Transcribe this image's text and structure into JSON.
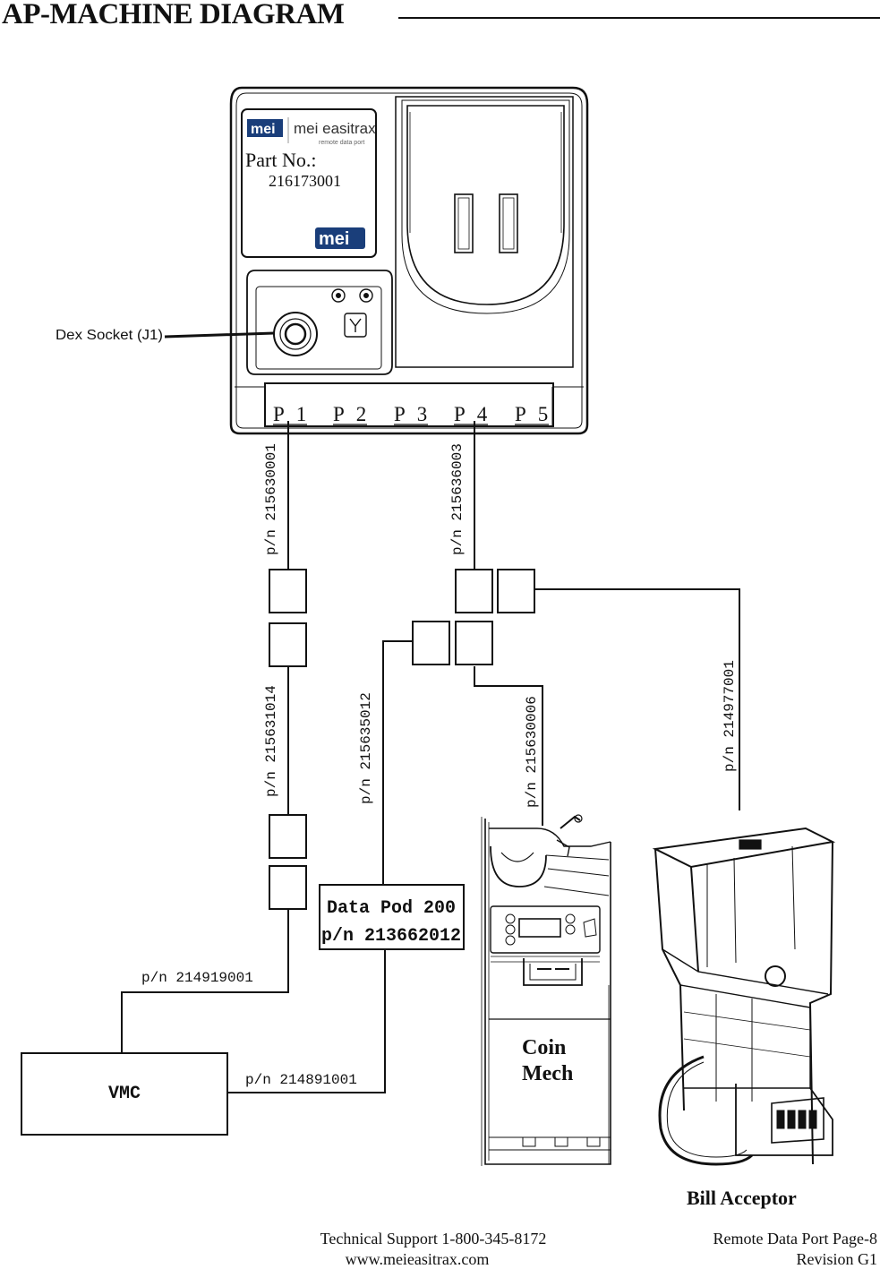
{
  "page": {
    "title": "AP-MACHINE DIAGRAM"
  },
  "device": {
    "brand_logo": "mei easitrax",
    "brand_sub": "remote data port",
    "part_no_label": "Part No.:",
    "part_no_value": "216173001",
    "small_logo": "mei",
    "dex_socket_label": "Dex Socket (J1)",
    "ports": [
      "P 1",
      "P 2",
      "P 3",
      "P 4",
      "P 5"
    ]
  },
  "cables": {
    "p1_cable": "p/n 215630001",
    "p4_cable": "p/n 215636003",
    "vmc_pigtail": "p/n 215631014",
    "datapod_link": "p/n 215635012",
    "coinmech_link": "p/n 215630006",
    "bill_link": "p/n 214977001",
    "vmc_top": "p/n 214919001",
    "vmc_datapod": "p/n 214891001"
  },
  "components": {
    "data_pod_line1": "Data Pod 200",
    "data_pod_line2": "p/n 213662012",
    "vmc": "VMC",
    "coin_mech_line1": "Coin",
    "coin_mech_line2": "Mech",
    "bill_acceptor": "Bill Acceptor"
  },
  "footer": {
    "support": "Technical Support 1-800-345-8172",
    "website": "www.meieasitrax.com",
    "page_ref": "Remote Data Port  Page-8",
    "revision": "Revision G1"
  }
}
